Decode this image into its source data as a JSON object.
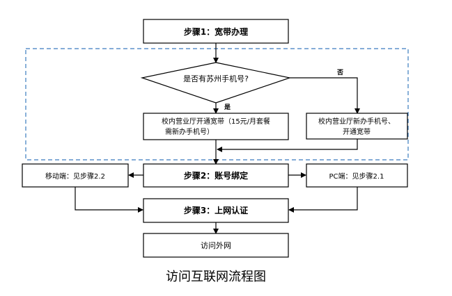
{
  "flow": {
    "step1": "步骤1：宽带办理",
    "decision": "是否有苏州手机号?",
    "yes_label": "是",
    "no_label": "否",
    "campus_line1": "校内营业厅开通宽带（15元/月套餐",
    "campus_line2": "需新办手机号）",
    "new_line1": "校内营业厅新办手机号、",
    "new_line2": "开通宽带",
    "mobile": "移动端：见步骤2.2",
    "step2": "步骤2：账号绑定",
    "pc": "PC端：见步骤2.1",
    "step3": "步骤3：上网认证",
    "access": "访问外网"
  },
  "caption": "访问互联网流程图"
}
